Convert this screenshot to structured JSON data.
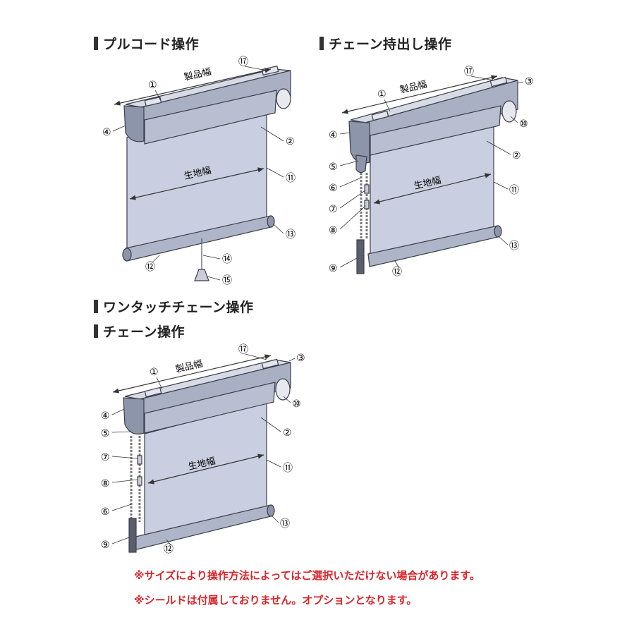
{
  "sections": {
    "pullcord": {
      "title": "プルコード操作"
    },
    "chain_out": {
      "title": "チェーン持出し操作"
    },
    "onetouch": {
      "title": "ワンタッチチェーン操作"
    },
    "chain": {
      "title": "チェーン操作"
    }
  },
  "dimension_labels": {
    "product_width": "製品幅",
    "fabric_width": "生地幅"
  },
  "part_numbers": {
    "n1": "①",
    "n2": "②",
    "n3": "③",
    "n4": "④",
    "n5": "⑤",
    "n6": "⑥",
    "n7": "⑦",
    "n8": "⑧",
    "n9": "⑨",
    "n10": "⑩",
    "n11": "⑪",
    "n12": "⑫",
    "n13": "⑬",
    "n14": "⑭",
    "n15": "⑮",
    "n17": "⑰"
  },
  "notes": [
    "※サイズにより操作方法によってはご選択いただけない場合があります。",
    "※シールドは付属しておりません。オプションとなります。"
  ],
  "colors": {
    "fabric": "#c9cfe0",
    "frame": "#a9b0c4",
    "frame_dark": "#6f7790",
    "outline": "#3c3f4a",
    "note": "#d9252a"
  }
}
